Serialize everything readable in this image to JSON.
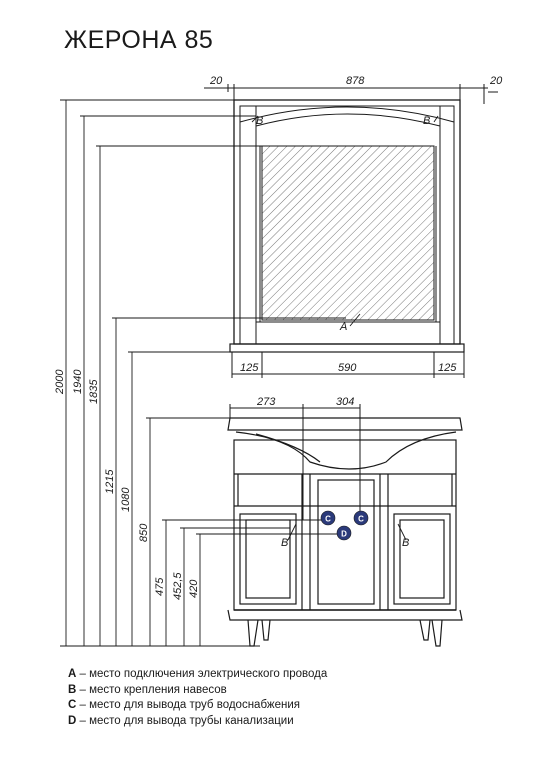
{
  "title": "ЖЕРОНА 85",
  "dims": {
    "top_left": "20",
    "top_width": "878",
    "top_right": "20",
    "mirror_left": "125",
    "mirror_mid": "590",
    "mirror_right": "125",
    "sink_a": "273",
    "sink_b": "304",
    "h2000": "2000",
    "h1940": "1940",
    "h1835": "1835",
    "h1215": "1215",
    "h1080": "1080",
    "h850": "850",
    "h475": "475",
    "h452": "452,5",
    "h420": "420"
  },
  "markers": {
    "a": "A",
    "b": "B",
    "c": "C",
    "d": "D"
  },
  "legend": [
    {
      "key": "A",
      "text": " – место подключения электрического провода"
    },
    {
      "key": "B",
      "text": " – место крепления навесов"
    },
    {
      "key": "C",
      "text": " – место для вывода труб водоснабжения"
    },
    {
      "key": "D",
      "text": " – место для вывода трубы канализации"
    }
  ],
  "colors": {
    "line": "#1a1a1a",
    "marker_fill": "#2b3a7a"
  }
}
